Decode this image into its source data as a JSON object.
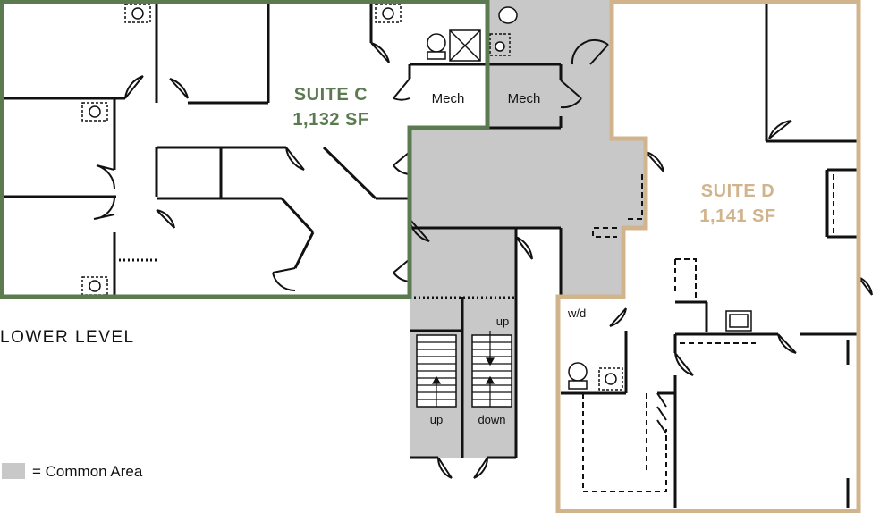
{
  "suite_c": {
    "name": "SUITE C",
    "area": "1,132 SF",
    "color": "#5b7a50"
  },
  "suite_d": {
    "name": "SUITE D",
    "area": "1,141 SF",
    "color": "#d2b48c"
  },
  "rooms": {
    "mech_1": "Mech",
    "mech_2": "Mech",
    "laundry": "w/d"
  },
  "stairs": {
    "left_label": "up",
    "right_top_label": "up",
    "right_bottom_label": "down"
  },
  "level_label": "LOWER LEVEL",
  "legend": {
    "text": "= Common Area",
    "swatch_color": "#c8c8c8"
  }
}
